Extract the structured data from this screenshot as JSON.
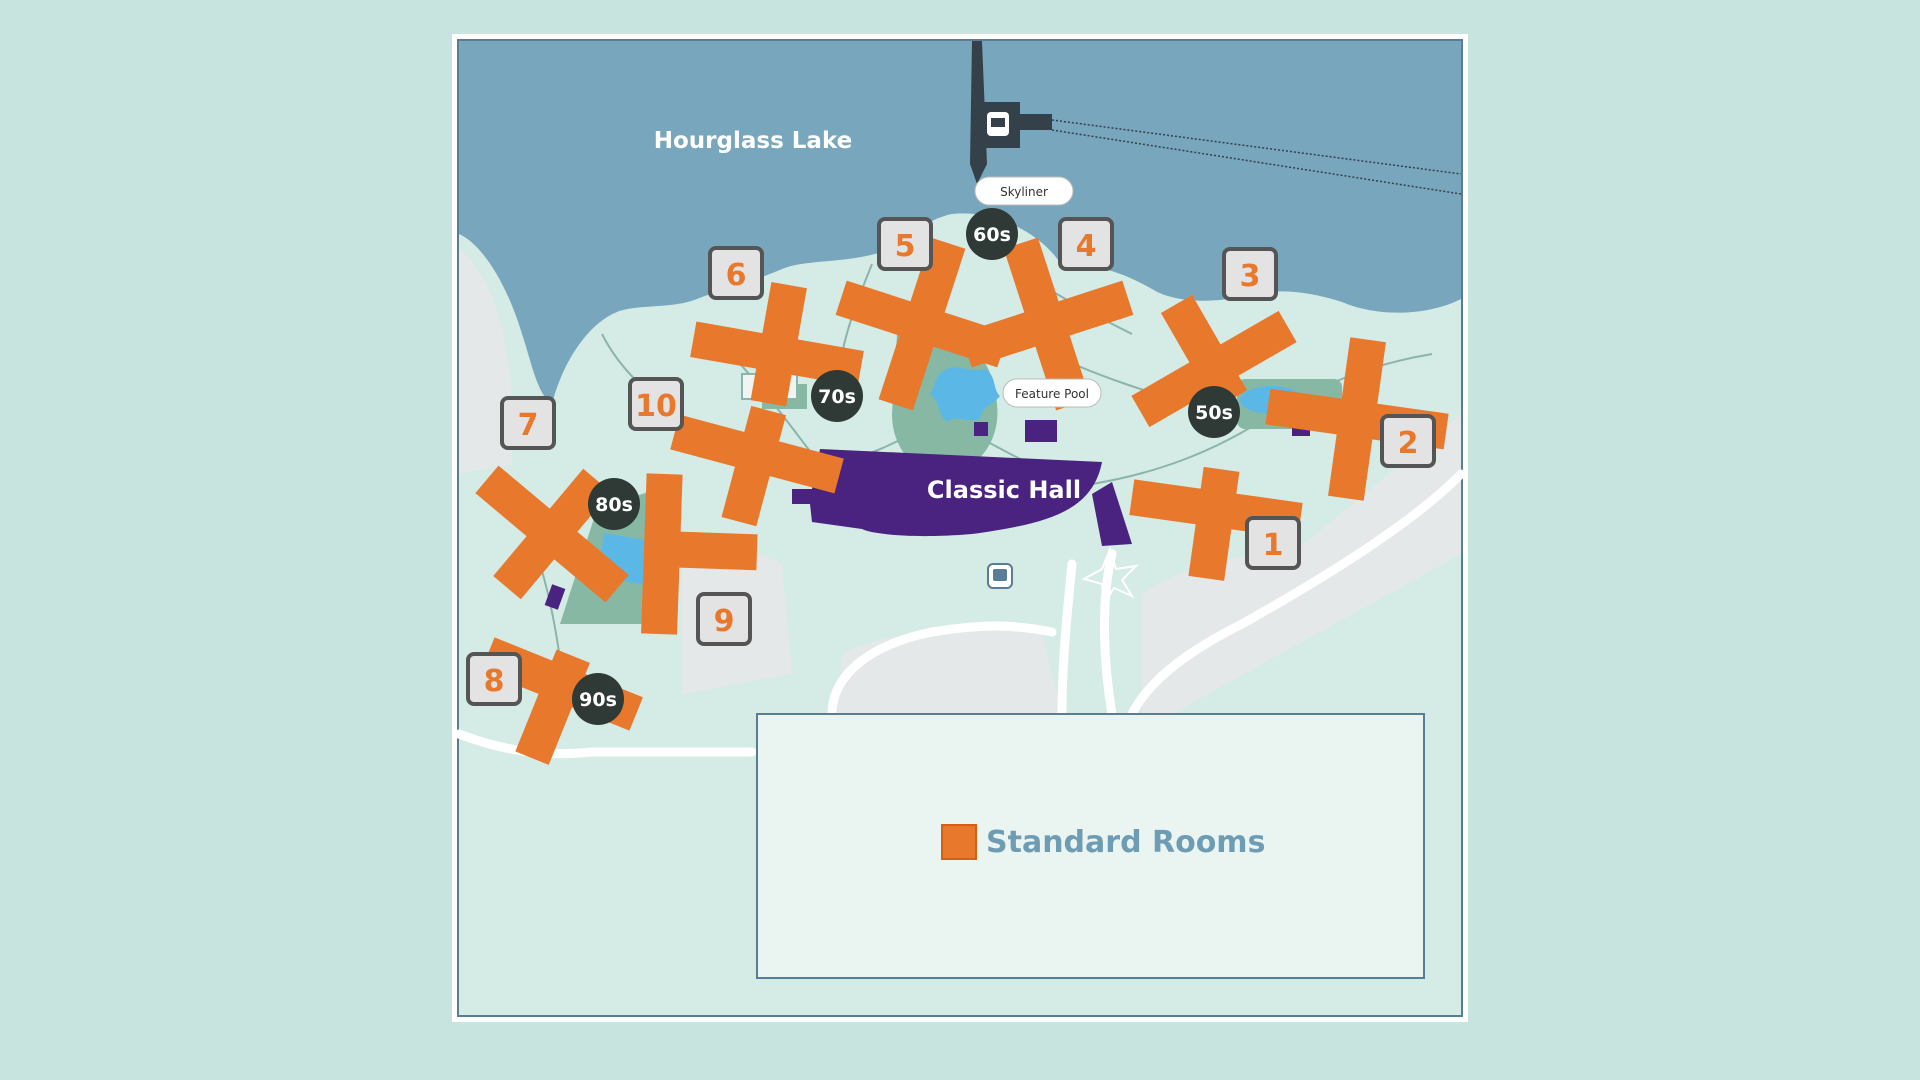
{
  "map": {
    "lake_label": "Hourglass Lake",
    "main_building_label": "Classic Hall",
    "skyliner_label": "Skyliner",
    "feature_pool_label": "Feature Pool",
    "building_numbers": [
      "1",
      "2",
      "3",
      "4",
      "5",
      "6",
      "7",
      "8",
      "9",
      "10"
    ],
    "decade_courtyards": [
      "50s",
      "60s",
      "70s",
      "80s",
      "90s"
    ],
    "icons": [
      "skyliner-gondola-icon",
      "bus-stop-icon",
      "star-marker-icon"
    ]
  },
  "legend": {
    "items": [
      {
        "label": "Standard Rooms",
        "color": "#e8782c"
      }
    ]
  },
  "colors": {
    "background": "#c8e4de",
    "lake": "#78a6bc",
    "ground": "#d8ede8",
    "building": "#e8782c",
    "classic_hall": "#4a2380",
    "pool": "#5bb8e6",
    "courtyard": "#86b8a4",
    "parking": "#e2e7e7"
  }
}
